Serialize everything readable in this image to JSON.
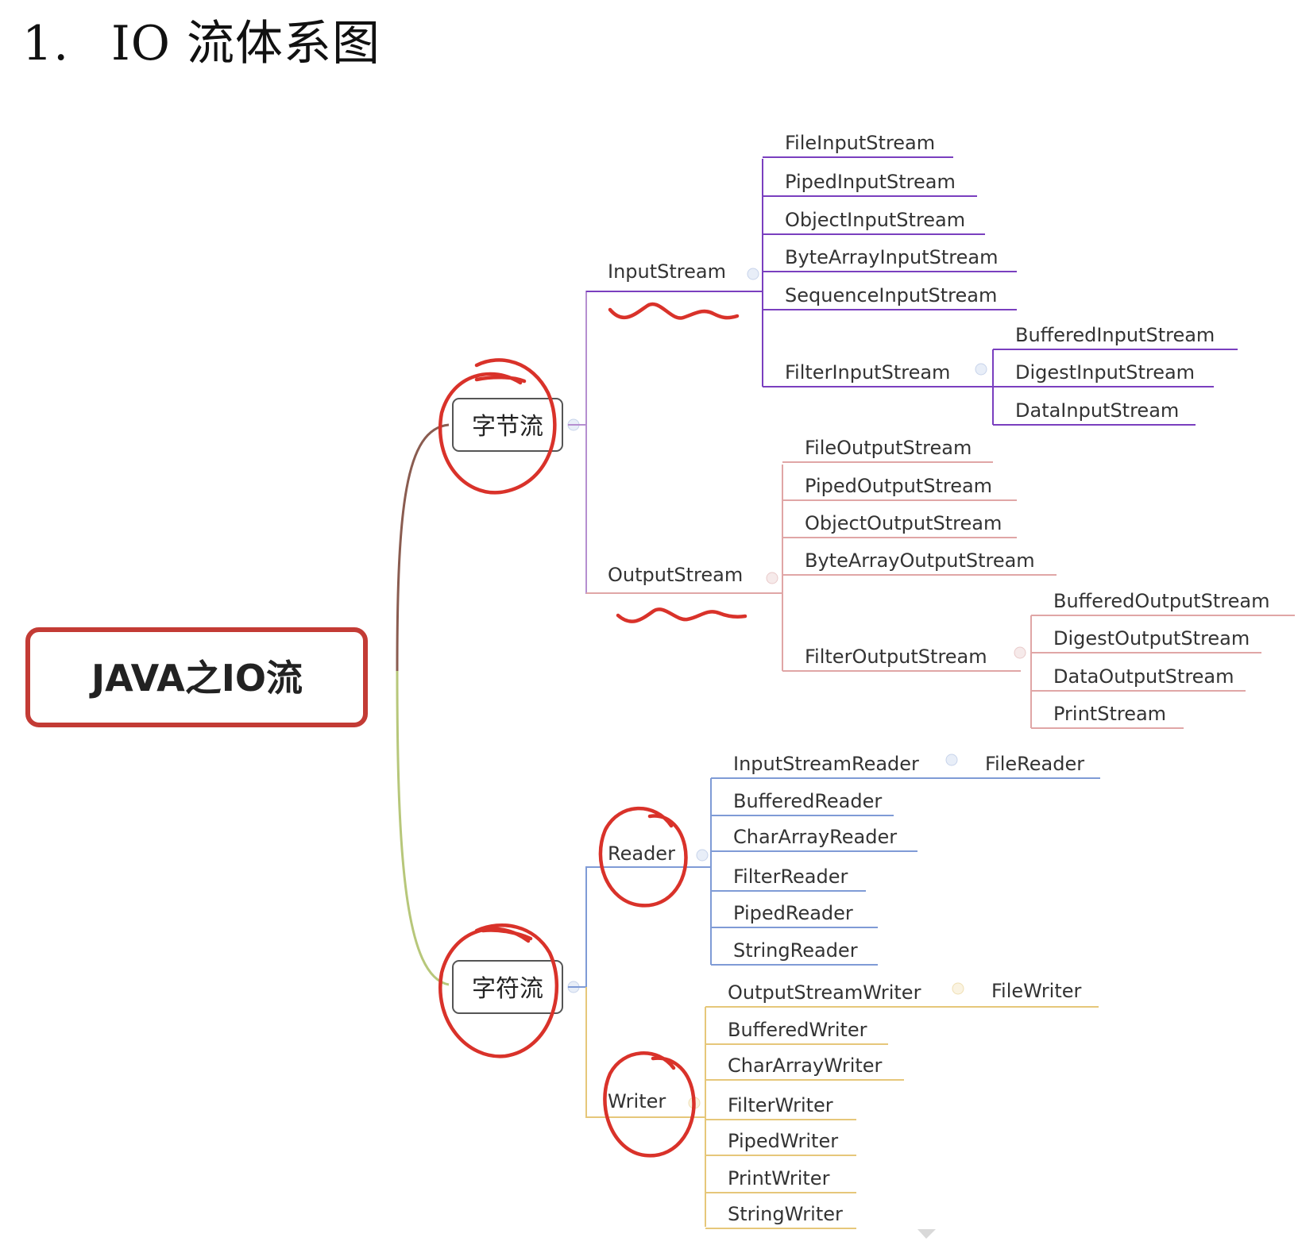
{
  "heading": {
    "number": "1.",
    "title": "IO 流体系图"
  },
  "root": "JAVA之IO流",
  "colors": {
    "root_border": "#c33b35",
    "byte_trunk": "#8a5c50",
    "char_trunk": "#b7c77a",
    "input_stream": "#7a3fbf",
    "output_stream": "#e0a6a6",
    "reader": "#7f9bd6",
    "writer": "#e6c77a",
    "annotation": "#d9322a"
  },
  "byte_stream": {
    "label": "字节流",
    "input": {
      "label": "InputStream",
      "children": [
        "FileInputStream",
        "PipedInputStream",
        "ObjectInputStream",
        "ByteArrayInputStream",
        "SequenceInputStream",
        "FilterInputStream"
      ],
      "filter_children": [
        "BufferedInputStream",
        "DigestInputStream",
        "DataInputStream"
      ]
    },
    "output": {
      "label": "OutputStream",
      "children": [
        "FileOutputStream",
        "PipedOutputStream",
        "ObjectOutputStream",
        "ByteArrayOutputStream",
        "FilterOutputStream"
      ],
      "filter_children": [
        "BufferedOutputStream",
        "DigestOutputStream",
        "DataOutputStream",
        "PrintStream"
      ]
    }
  },
  "char_stream": {
    "label": "字符流",
    "reader": {
      "label": "Reader",
      "children": [
        "InputStreamReader",
        "BufferedReader",
        "CharArrayReader",
        "FilterReader",
        "PipedReader",
        "StringReader"
      ],
      "bridge_child": "FileReader"
    },
    "writer": {
      "label": "Writer",
      "children": [
        "OutputStreamWriter",
        "BufferedWriter",
        "CharArrayWriter",
        "FilterWriter",
        "PipedWriter",
        "PrintWriter",
        "StringWriter"
      ],
      "bridge_child": "FileWriter"
    }
  }
}
